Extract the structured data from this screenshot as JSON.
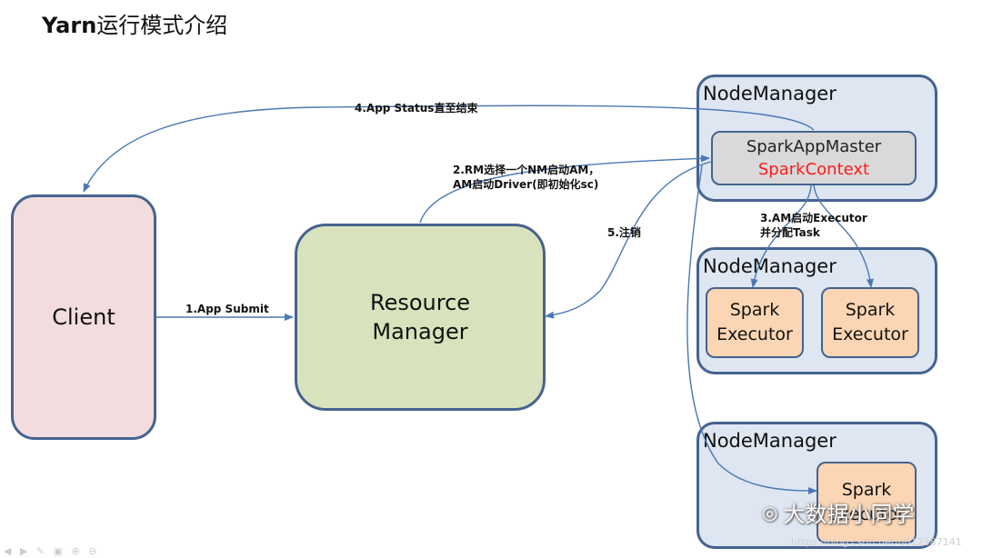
{
  "title": {
    "bold": "Yarn",
    "rest": "运行模式介绍"
  },
  "client": {
    "label": "Client"
  },
  "resource_manager": {
    "line1": "Resource",
    "line2": "Manager"
  },
  "node_managers": [
    {
      "label": "NodeManager",
      "app_master": {
        "line1": "SparkAppMaster",
        "line2": "SparkContext"
      }
    },
    {
      "label": "NodeManager",
      "executors": [
        {
          "line1": "Spark",
          "line2": "Executor"
        },
        {
          "line1": "Spark",
          "line2": "Executor"
        }
      ]
    },
    {
      "label": "NodeManager",
      "executor": {
        "line1": "Spark",
        "line2": "Executor"
      }
    }
  ],
  "steps": {
    "s1": "1.App Submit",
    "s2_line1": "2.RM选择一个NM启动AM，",
    "s2_line2": "AM启动Driver(即初始化sc)",
    "s3_line1": "3.AM启动Executor",
    "s3_line2": "并分配Task",
    "s4": "4.App Status直至结束",
    "s5": "5.注销"
  },
  "colors": {
    "border": "#45638f",
    "arrow": "#4a78b5",
    "red": "#ff1a1a"
  },
  "watermark": {
    "text": "大数据小同学",
    "url": "https://blog.csdn.net/u012387141"
  }
}
